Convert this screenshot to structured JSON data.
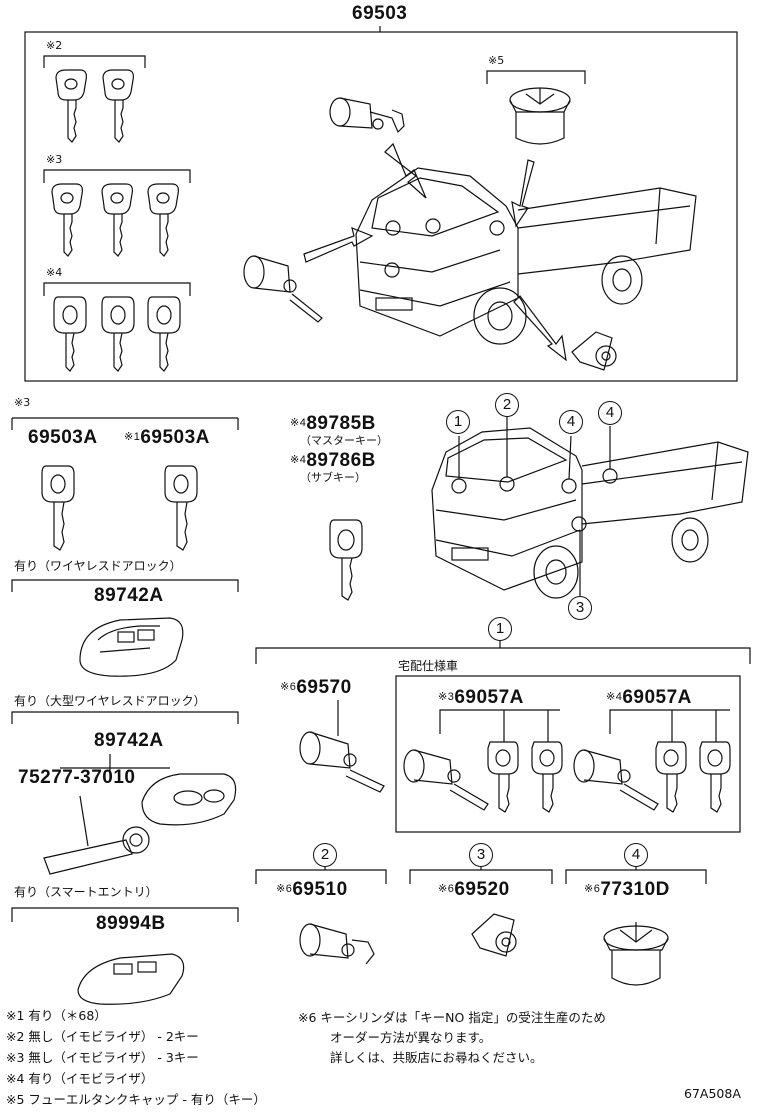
{
  "main": {
    "part_number": "69503",
    "groups": {
      "g2": "※2",
      "g3": "※3",
      "g4": "※4",
      "g5": "※5"
    }
  },
  "left": {
    "note_mark": "※3",
    "key_a": {
      "part": "69503A"
    },
    "key_b": {
      "mark": "※1",
      "part": "69503A"
    },
    "wireless": {
      "caption": "有り（ワイヤレスドアロック）",
      "part": "89742A"
    },
    "wireless_large": {
      "caption": "有り（大型ワイヤレスドアロック）",
      "part": "89742A",
      "sub_part": "75277-37010"
    },
    "smart": {
      "caption": "有り（スマートエントリ）",
      "part": "89994B"
    }
  },
  "keys": {
    "master": {
      "mark": "※4",
      "part": "89785B",
      "desc": "（マスターキー）"
    },
    "sub": {
      "mark": "※4",
      "part": "89786B",
      "desc": "（サブキー）"
    }
  },
  "callouts": {
    "c1": "1",
    "c2": "2",
    "c3": "3",
    "c4": "4"
  },
  "delivery": {
    "header_circle": "1",
    "caption": "宅配仕様車",
    "item_69570": {
      "mark": "※6",
      "part": "69570"
    },
    "set_a": {
      "mark": "※3",
      "part": "69057A"
    },
    "set_b": {
      "mark": "※4",
      "part": "69057A"
    }
  },
  "bottom": {
    "p2": {
      "circle": "2",
      "mark": "※6",
      "part": "69510"
    },
    "p3": {
      "circle": "3",
      "mark": "※6",
      "part": "69520"
    },
    "p4": {
      "circle": "4",
      "mark": "※6",
      "part": "77310D"
    }
  },
  "footnotes": [
    "※1 有り（＊68）",
    "※2 無し（イモビライザ） - 2キー",
    "※3 無し（イモビライザ） - 3キー",
    "※4 有り（イモビライザ）",
    "※5 フューエルタンクキャップ - 有り（キー）"
  ],
  "note6": {
    "line1": "※6 キーシリンダは「キーNO 指定」の受注生産のため",
    "line2": "オーダー方法が異なります。",
    "line3": "詳しくは、共販店にお尋ねください。"
  },
  "figure_code": "67A508A"
}
